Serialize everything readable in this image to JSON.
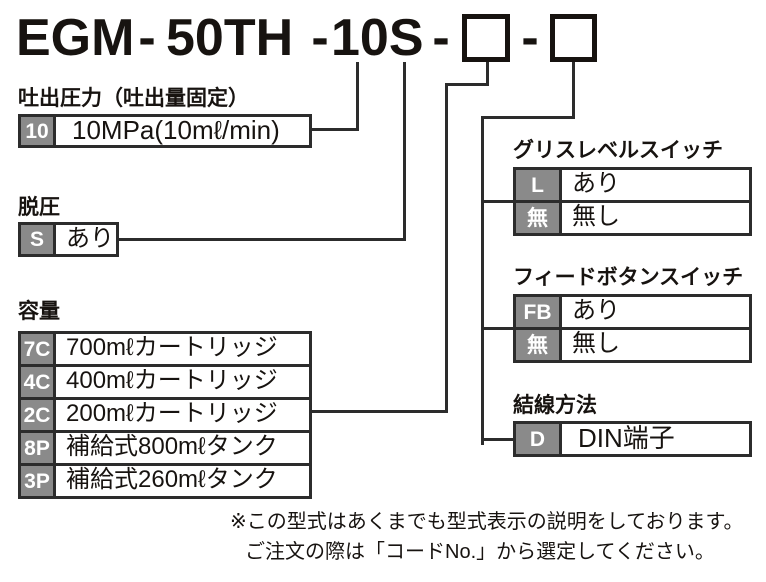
{
  "title": {
    "segments": [
      "EGM",
      "50TH",
      "10S"
    ],
    "separator": "-",
    "placeholder_boxes": 2
  },
  "sections": {
    "pressure": {
      "heading": "吐出圧力（吐出量固定）",
      "rows": [
        {
          "code": "10",
          "label": "10MPa(10mℓ/min)"
        }
      ]
    },
    "decompression": {
      "heading": "脱圧",
      "rows": [
        {
          "code": "S",
          "label": "あり"
        }
      ]
    },
    "capacity": {
      "heading": "容量",
      "rows": [
        {
          "code": "7C",
          "label": "700mℓカートリッジ"
        },
        {
          "code": "4C",
          "label": "400mℓカートリッジ"
        },
        {
          "code": "2C",
          "label": "200mℓカートリッジ"
        },
        {
          "code": "8P",
          "label": "補給式800mℓタンク"
        },
        {
          "code": "3P",
          "label": "補給式260mℓタンク"
        }
      ]
    },
    "grease_level_switch": {
      "heading": "グリスレベルスイッチ",
      "rows": [
        {
          "code": "L",
          "label": "あり"
        },
        {
          "code": "無",
          "label": "無し"
        }
      ]
    },
    "feed_button_switch": {
      "heading": "フィードボタンスイッチ",
      "rows": [
        {
          "code": "FB",
          "label": "あり"
        },
        {
          "code": "無",
          "label": "無し"
        }
      ]
    },
    "wiring_method": {
      "heading": "結線方法",
      "rows": [
        {
          "code": "D",
          "label": "DIN端子"
        }
      ]
    }
  },
  "note": {
    "line1": "※この型式はあくまでも型式表示の説明をしております。",
    "line2": "ご注文の際は「コードNo.」から選定してください。"
  },
  "colors": {
    "border": "#2c2c2c",
    "code_cell_bg": "#8a8a8a",
    "text": "#171310",
    "background": "#ffffff"
  }
}
